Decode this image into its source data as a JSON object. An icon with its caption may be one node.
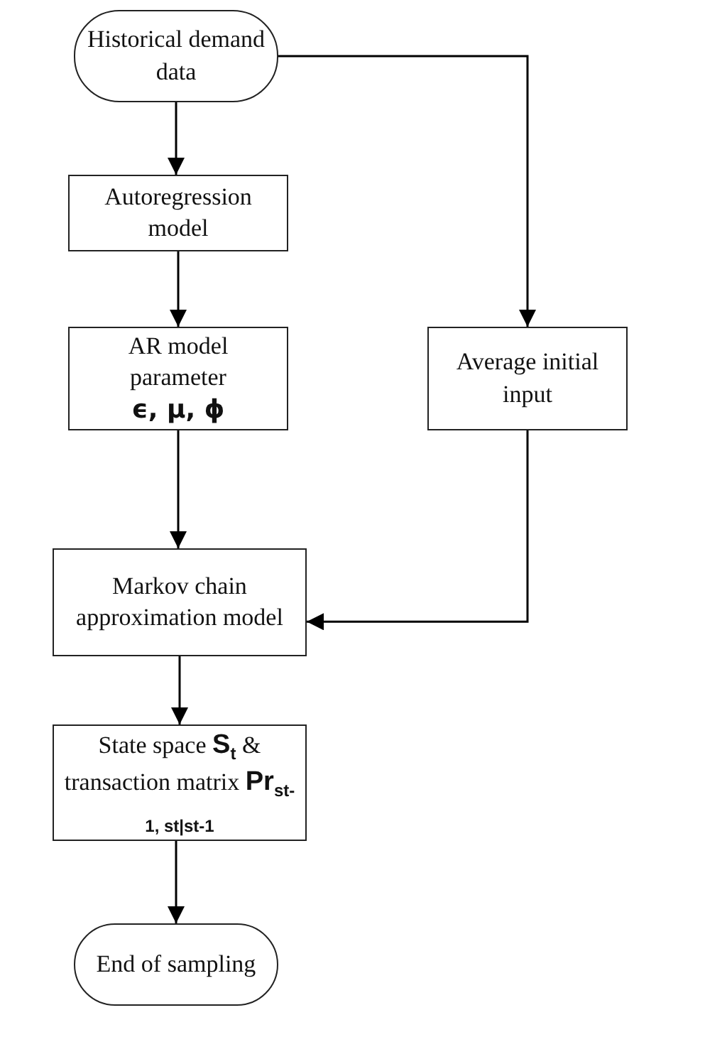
{
  "diagram": {
    "nodes": [
      {
        "text": [
          "Historical demand data"
        ]
      },
      {
        "text": [
          "Autoregression model"
        ]
      },
      {
        "text": [
          "AR model parameter",
          "ϵ, μ, ϕ"
        ]
      },
      {
        "text": [
          "Average initial input"
        ]
      },
      {
        "text": [
          "Markov chain approximation model"
        ]
      },
      {
        "text": [
          "State space **S**$_{t}$ & transaction matrix **Pr**$_{st-1, st|st-1}$"
        ]
      },
      {
        "text": [
          "End of sampling"
        ]
      }
    ],
    "edges": [
      {
        "from": 0,
        "to": 1,
        "arrow": "to"
      },
      {
        "from": 1,
        "to": 2,
        "arrow": "to"
      },
      {
        "from": 2,
        "to": 4,
        "arrow": "to"
      },
      {
        "from": 4,
        "to": 5,
        "arrow": "to"
      },
      {
        "from": 5,
        "to": 6,
        "arrow": "to"
      },
      {
        "from": 0,
        "to": 3,
        "arrow": "to"
      },
      {
        "from": 3,
        "to": 4,
        "arrow": "to"
      }
    ]
  }
}
